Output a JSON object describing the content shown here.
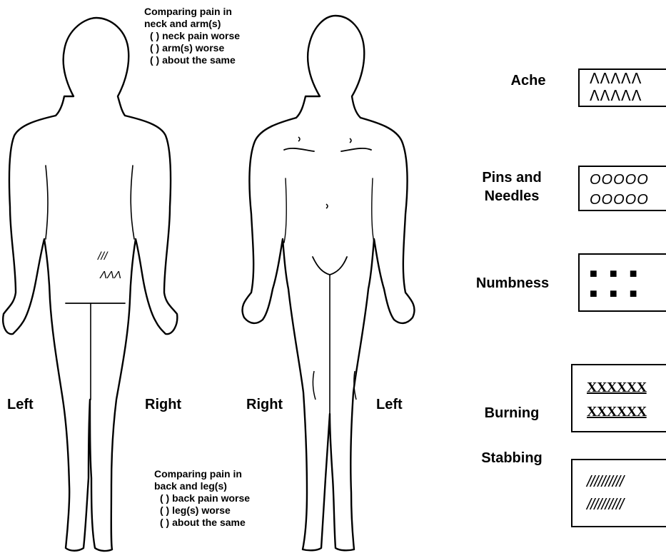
{
  "neck_question": {
    "title_line1": "Comparing pain in",
    "title_line2": "neck and arm(s)",
    "options": [
      "( ) neck pain worse",
      "( ) arm(s) worse",
      "( ) about the same"
    ]
  },
  "back_question": {
    "title_line1": "Comparing pain in",
    "title_line2": "back and leg(s)",
    "options": [
      "( ) back pain worse",
      "( ) leg(s) worse",
      "( ) about the same"
    ]
  },
  "back_view": {
    "left_label": "Left",
    "right_label": "Right",
    "pain_marks": [
      "///",
      "ΛΛΛ"
    ]
  },
  "front_view": {
    "right_label": "Right",
    "left_label": "Left"
  },
  "legend": [
    {
      "label_line1": "Ache",
      "label_line2": "",
      "pattern": [
        "ΛΛΛΛΛ",
        "ΛΛΛΛΛ"
      ]
    },
    {
      "label_line1": "Pins and",
      "label_line2": "Needles",
      "pattern": [
        "OOOOO",
        "OOOOO"
      ]
    },
    {
      "label_line1": "Numbness",
      "label_line2": "",
      "pattern": [
        "■ ■ ■",
        "■ ■ ■"
      ]
    },
    {
      "label_line1": "Burning",
      "label_line2": "",
      "pattern": [
        "XXXXXX",
        "XXXXXX"
      ]
    },
    {
      "label_line1": "Stabbing",
      "label_line2": "",
      "pattern": [
        "//////////",
        "//////////"
      ]
    }
  ]
}
